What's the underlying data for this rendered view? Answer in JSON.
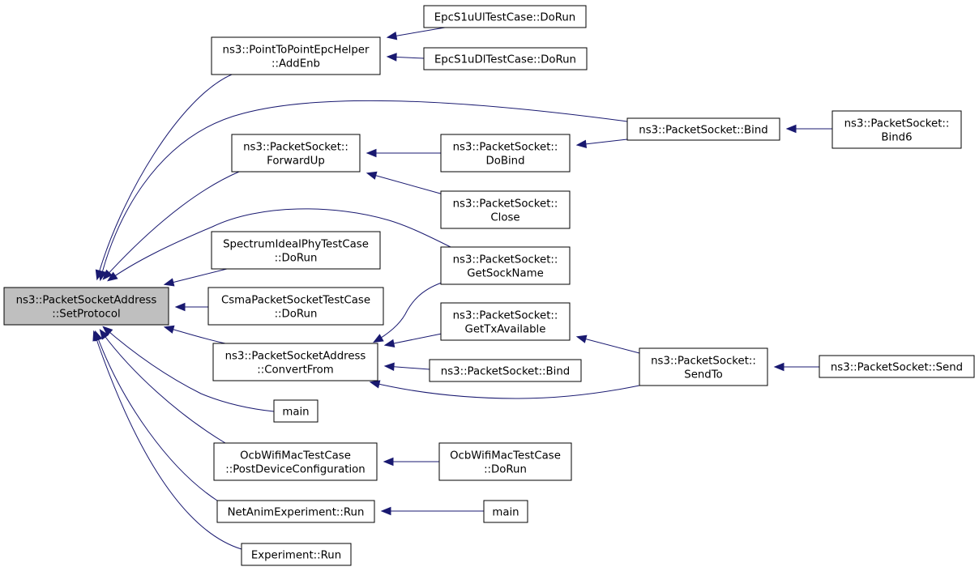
{
  "diagram": {
    "type": "caller-graph",
    "nodes": [
      {
        "id": "root",
        "lines": [
          "ns3::PacketSocketAddress",
          "::SetProtocol"
        ],
        "highlighted": true
      },
      {
        "id": "p2p_addenb",
        "lines": [
          "ns3::PointToPointEpcHelper",
          "::AddEnb"
        ]
      },
      {
        "id": "epc_ul",
        "lines": [
          "EpcS1uUlTestCase::DoRun"
        ]
      },
      {
        "id": "epc_dl",
        "lines": [
          "EpcS1uDlTestCase::DoRun"
        ]
      },
      {
        "id": "ps_bind",
        "lines": [
          "ns3::PacketSocket::Bind"
        ]
      },
      {
        "id": "ps_bind6",
        "lines": [
          "ns3::PacketSocket::",
          "Bind6"
        ]
      },
      {
        "id": "ps_forwardup",
        "lines": [
          "ns3::PacketSocket::",
          "ForwardUp"
        ]
      },
      {
        "id": "ps_dobind",
        "lines": [
          "ns3::PacketSocket::",
          "DoBind"
        ]
      },
      {
        "id": "ps_close",
        "lines": [
          "ns3::PacketSocket::",
          "Close"
        ]
      },
      {
        "id": "spectrum",
        "lines": [
          "SpectrumIdealPhyTestCase",
          "::DoRun"
        ]
      },
      {
        "id": "ps_getsockname",
        "lines": [
          "ns3::PacketSocket::",
          "GetSockName"
        ]
      },
      {
        "id": "csma",
        "lines": [
          "CsmaPacketSocketTestCase",
          "::DoRun"
        ]
      },
      {
        "id": "ps_gettx",
        "lines": [
          "ns3::PacketSocket::",
          "GetTxAvailable"
        ]
      },
      {
        "id": "psa_convertfrom",
        "lines": [
          "ns3::PacketSocketAddress",
          "::ConvertFrom"
        ]
      },
      {
        "id": "ps_sendto",
        "lines": [
          "ns3::PacketSocket::",
          "SendTo"
        ]
      },
      {
        "id": "ps_send",
        "lines": [
          "ns3::PacketSocket::Send"
        ]
      },
      {
        "id": "ps_bind_b",
        "lines": [
          "ns3::PacketSocket::Bind"
        ]
      },
      {
        "id": "main1",
        "lines": [
          "main"
        ]
      },
      {
        "id": "ocb_pdc",
        "lines": [
          "OcbWifiMacTestCase",
          "::PostDeviceConfiguration"
        ]
      },
      {
        "id": "ocb_dorun",
        "lines": [
          "OcbWifiMacTestCase",
          "::DoRun"
        ]
      },
      {
        "id": "netanim",
        "lines": [
          "NetAnimExperiment::Run"
        ]
      },
      {
        "id": "main2",
        "lines": [
          "main"
        ]
      },
      {
        "id": "experiment",
        "lines": [
          "Experiment::Run"
        ]
      }
    ],
    "edges": [
      {
        "from": "p2p_addenb",
        "to": "root"
      },
      {
        "from": "ps_bind",
        "to": "root"
      },
      {
        "from": "ps_forwardup",
        "to": "root"
      },
      {
        "from": "ps_getsockname",
        "to": "root"
      },
      {
        "from": "spectrum",
        "to": "root"
      },
      {
        "from": "csma",
        "to": "root"
      },
      {
        "from": "psa_convertfrom",
        "to": "root"
      },
      {
        "from": "main1",
        "to": "root"
      },
      {
        "from": "ocb_pdc",
        "to": "root"
      },
      {
        "from": "netanim",
        "to": "root"
      },
      {
        "from": "experiment",
        "to": "root"
      },
      {
        "from": "epc_ul",
        "to": "p2p_addenb"
      },
      {
        "from": "epc_dl",
        "to": "p2p_addenb"
      },
      {
        "from": "ps_dobind",
        "to": "ps_forwardup"
      },
      {
        "from": "ps_close",
        "to": "ps_forwardup"
      },
      {
        "from": "ps_bind",
        "to": "ps_dobind"
      },
      {
        "from": "ps_bind6",
        "to": "ps_bind"
      },
      {
        "from": "ps_getsockname",
        "to": "psa_convertfrom"
      },
      {
        "from": "ps_gettx",
        "to": "psa_convertfrom"
      },
      {
        "from": "ps_bind_b",
        "to": "psa_convertfrom"
      },
      {
        "from": "ps_sendto",
        "to": "psa_convertfrom"
      },
      {
        "from": "ps_sendto",
        "to": "ps_gettx"
      },
      {
        "from": "ps_send",
        "to": "ps_sendto"
      },
      {
        "from": "ocb_dorun",
        "to": "ocb_pdc"
      },
      {
        "from": "main2",
        "to": "netanim"
      }
    ],
    "colors": {
      "edge": "#191970",
      "node_border": "#000000",
      "node_fill": "#ffffff",
      "highlight_fill": "#bfbfbf"
    }
  }
}
